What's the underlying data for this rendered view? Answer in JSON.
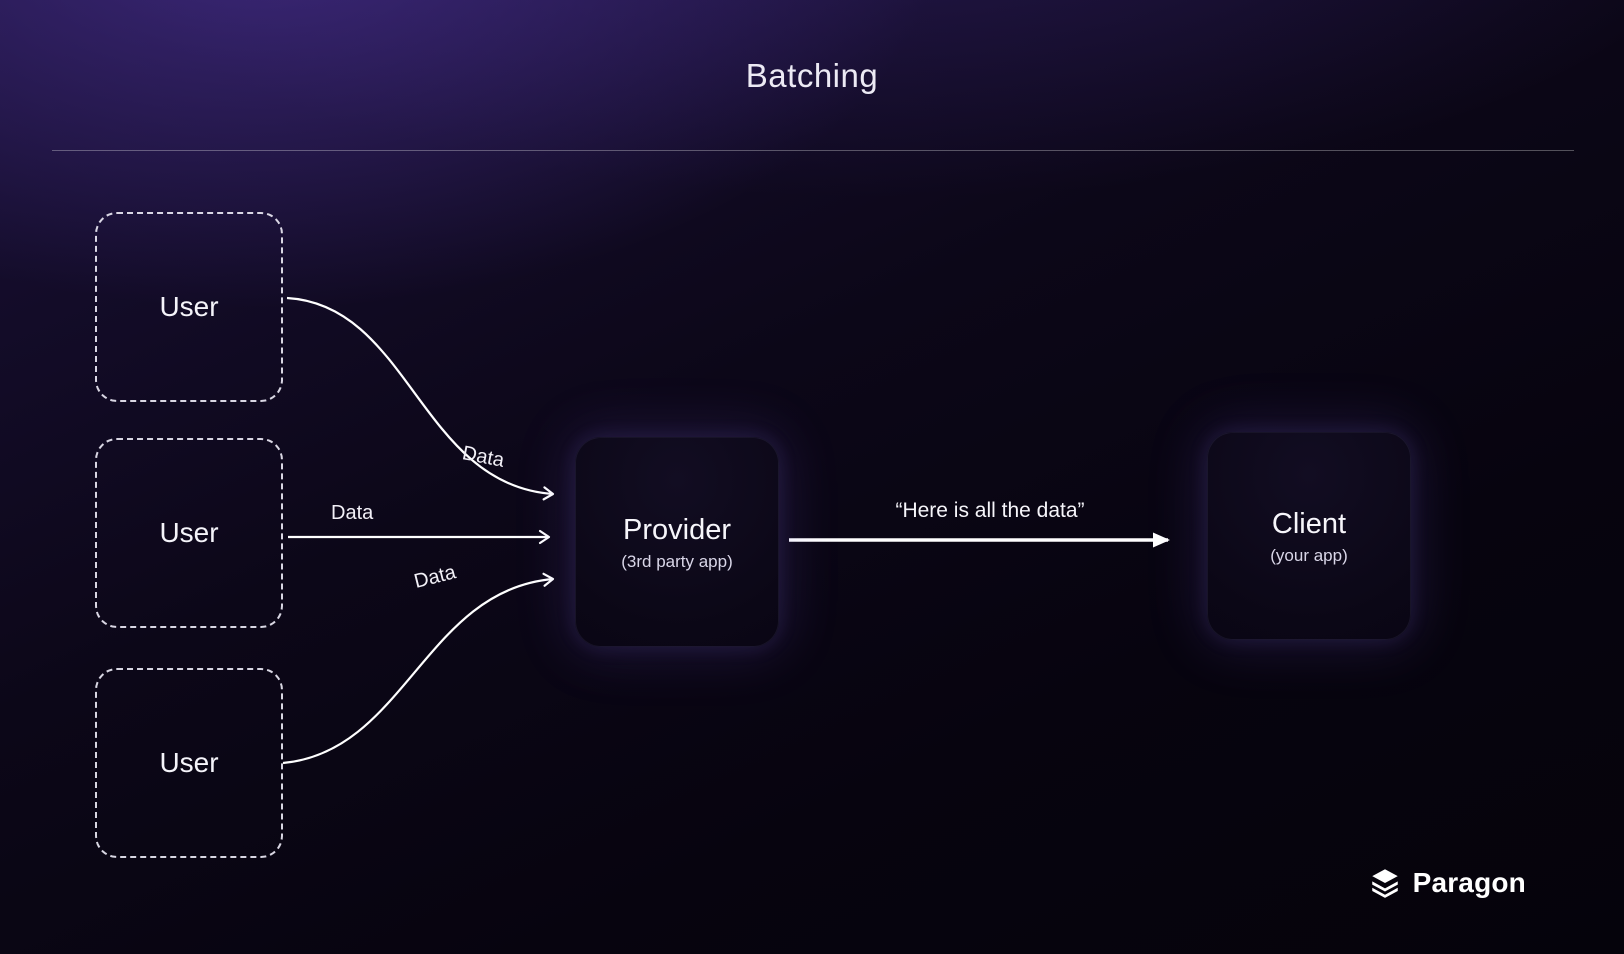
{
  "title": "Batching",
  "users": [
    {
      "label": "User"
    },
    {
      "label": "User"
    },
    {
      "label": "User"
    }
  ],
  "provider": {
    "title": "Provider",
    "subtitle": "(3rd party app)"
  },
  "client": {
    "title": "Client",
    "subtitle": "(your app)"
  },
  "arrows": {
    "user1_data": "Data",
    "user2_data": "Data",
    "user3_data": "Data",
    "provider_to_client": "“Here is all the data”"
  },
  "footer": {
    "brand": "Paragon"
  },
  "colors": {
    "background_top": "#2a1a55",
    "background_bottom": "#06040d",
    "node_glow": "#806ae6",
    "text": "#f2f0f7",
    "line": "#ffffff"
  }
}
